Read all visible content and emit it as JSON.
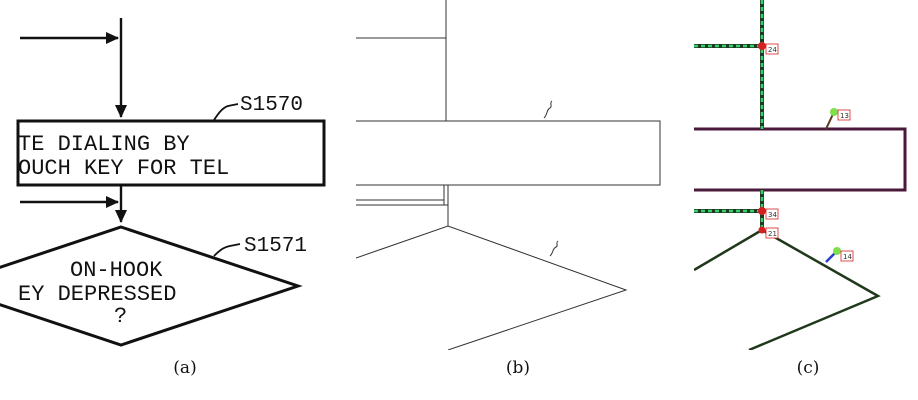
{
  "panel_a": {
    "caption": "(a)",
    "step_labels": [
      "S1570",
      "S1571"
    ],
    "process_text": [
      "TE DIALING BY",
      "OUCH KEY FOR TEL"
    ],
    "decision_text": [
      "ON-HOOK",
      "EY DEPRESSED",
      "?"
    ]
  },
  "panel_b": {
    "caption": "(b)"
  },
  "panel_c": {
    "caption": "(c)",
    "tags": [
      "24",
      "13",
      "34",
      "21",
      "14"
    ]
  },
  "colors": {
    "ink": "#111111",
    "thin_line": "#333333",
    "box_outline_c": "#4a1a3a",
    "diamond_outline_c": "#1f3a1a",
    "dashed_green": "#3bd16a",
    "node_red": "#d42020",
    "node_green": "#7ee04a",
    "tag_red": "#d42020",
    "leader_blue": "#2a3fd0"
  }
}
